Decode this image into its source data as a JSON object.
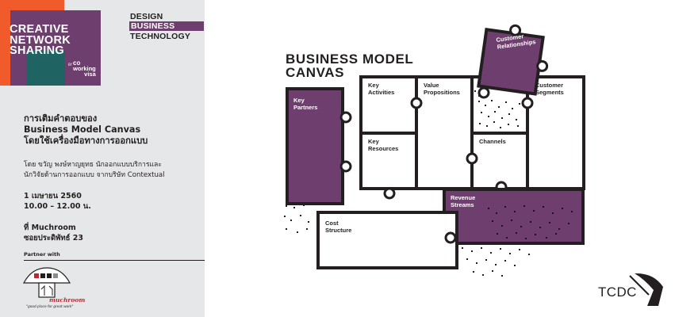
{
  "brand": {
    "line1": "CREATIVE",
    "line2": "NETWORK",
    "line3": "SHARING",
    "by": "BY",
    "partner_logo": "co working visa"
  },
  "tagline": {
    "line1": "DESIGN",
    "line2": "BUSINESS",
    "line3": "TECHNOLOGY"
  },
  "event": {
    "title_line1": "การเติมคำตอบของ",
    "title_line2": "Business Model Canvas",
    "title_line3": "โดยใช้เครื่องมือทางการออกแบบ",
    "speaker_line1": "โดย ขวัญ พงษ์หาญยุทธ นักออกแบบบริการและ",
    "speaker_line2": "นักวิจัยด้านการออกแบบ จากบริษัท Contextual",
    "date": "1 เมษายน 2560",
    "time": "10.00 – 12.00 น.",
    "venue_line1": "ที่ Muchroom",
    "venue_line2": "ซอยประดิพัทธ์ 23",
    "partner_label": "Partner with"
  },
  "partner": {
    "name": "muchroom",
    "slogan": "\"good place for great work\""
  },
  "canvas": {
    "title_line1": "BUSINESS MODEL",
    "title_line2": "CANVAS",
    "key_partners": "Key Partners",
    "key_activities": "Key Activities",
    "value_propositions": "Value Propositions",
    "customer_relationships": "Customer Relationships",
    "customer_segments": "Customer Segments",
    "key_resources": "Key Resources",
    "channels": "Channels",
    "cost_structure": "Cost Structure",
    "revenue_streams": "Revenue Streams"
  },
  "colors": {
    "purple": "#6e3e6e",
    "orange": "#f15a2b",
    "teal": "#1b8c8f",
    "dark": "#231f20",
    "panel": "#e6e7e8"
  },
  "footer_logo": "TCDC"
}
